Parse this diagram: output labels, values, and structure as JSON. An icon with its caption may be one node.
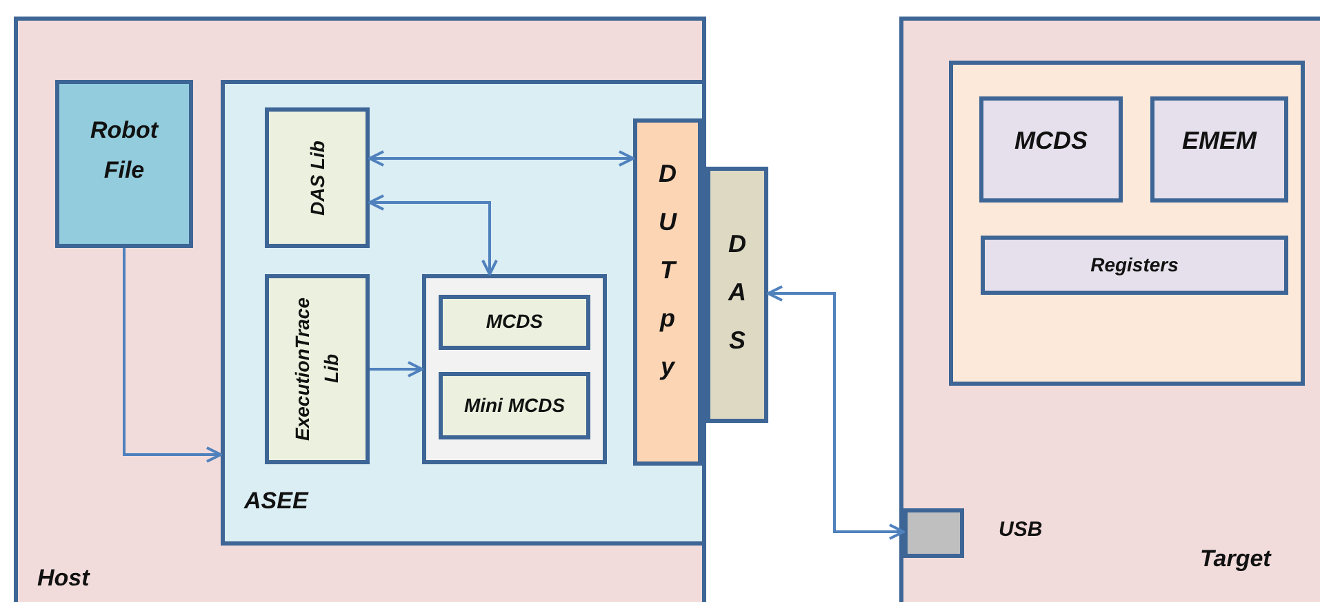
{
  "diagram": {
    "nodes": [
      {
        "text": [
          "Host"
        ]
      },
      {
        "text": [
          "Robot File"
        ],
        "in": 0
      },
      {
        "text": [
          "ASEE"
        ],
        "in": 0
      },
      {
        "text": [
          "DAS Lib"
        ],
        "in": 2
      },
      {
        "text": [
          "ExecutionTrace Lib"
        ],
        "in": 2
      },
      {
        "text": [],
        "shape": "box",
        "in": 2
      },
      {
        "text": [
          "MCDS"
        ],
        "in": 5
      },
      {
        "text": [
          "Mini MCDS"
        ],
        "in": 5
      },
      {
        "text": [
          "DUTpy"
        ],
        "in": 2
      },
      {
        "text": [
          "DAS"
        ]
      },
      {
        "text": [
          "Target"
        ]
      },
      {
        "text": [],
        "shape": "box",
        "in": 10
      },
      {
        "text": [
          "MCDS"
        ],
        "in": 11
      },
      {
        "text": [
          "EMEM"
        ],
        "in": 11
      },
      {
        "text": [
          "Registers"
        ],
        "in": 11
      },
      {
        "text": [],
        "shape": "box",
        "in": 10,
        "beside": [
          "USB"
        ]
      }
    ],
    "edges": [
      {
        "from": 3,
        "to": 8,
        "arrow": "both"
      },
      {
        "from": 3,
        "to": 5,
        "arrow": "both"
      },
      {
        "from": 4,
        "to": 5,
        "arrow": "to"
      },
      {
        "from": 1,
        "to": 2,
        "arrow": "to"
      },
      {
        "from": 9,
        "to": 15,
        "arrow": "both"
      }
    ]
  }
}
